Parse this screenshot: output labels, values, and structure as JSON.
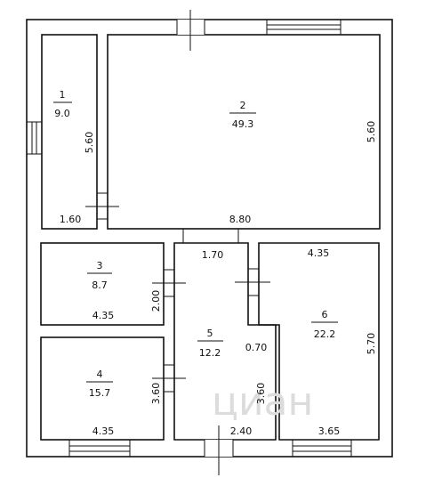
{
  "rooms": [
    {
      "number": "1",
      "area": "9.0"
    },
    {
      "number": "2",
      "area": "49.3"
    },
    {
      "number": "3",
      "area": "8.7"
    },
    {
      "number": "4",
      "area": "15.7"
    },
    {
      "number": "5",
      "area": "12.2"
    },
    {
      "number": "6",
      "area": "22.2"
    }
  ],
  "dimensions": {
    "r1_height": "5.60",
    "r1_width": "1.60",
    "r2_height": "5.60",
    "r2_width": "8.80",
    "corridor_top": "1.70",
    "r3_height": "2.00",
    "r3_width": "4.35",
    "r4_width": "4.35",
    "r4_height": "3.60",
    "r5_inner": "0.70",
    "r5_height": "3.60",
    "r5_width": "2.40",
    "r6_top": "4.35",
    "r6_height": "5.70",
    "r6_width": "3.65"
  },
  "watermark": "циан"
}
